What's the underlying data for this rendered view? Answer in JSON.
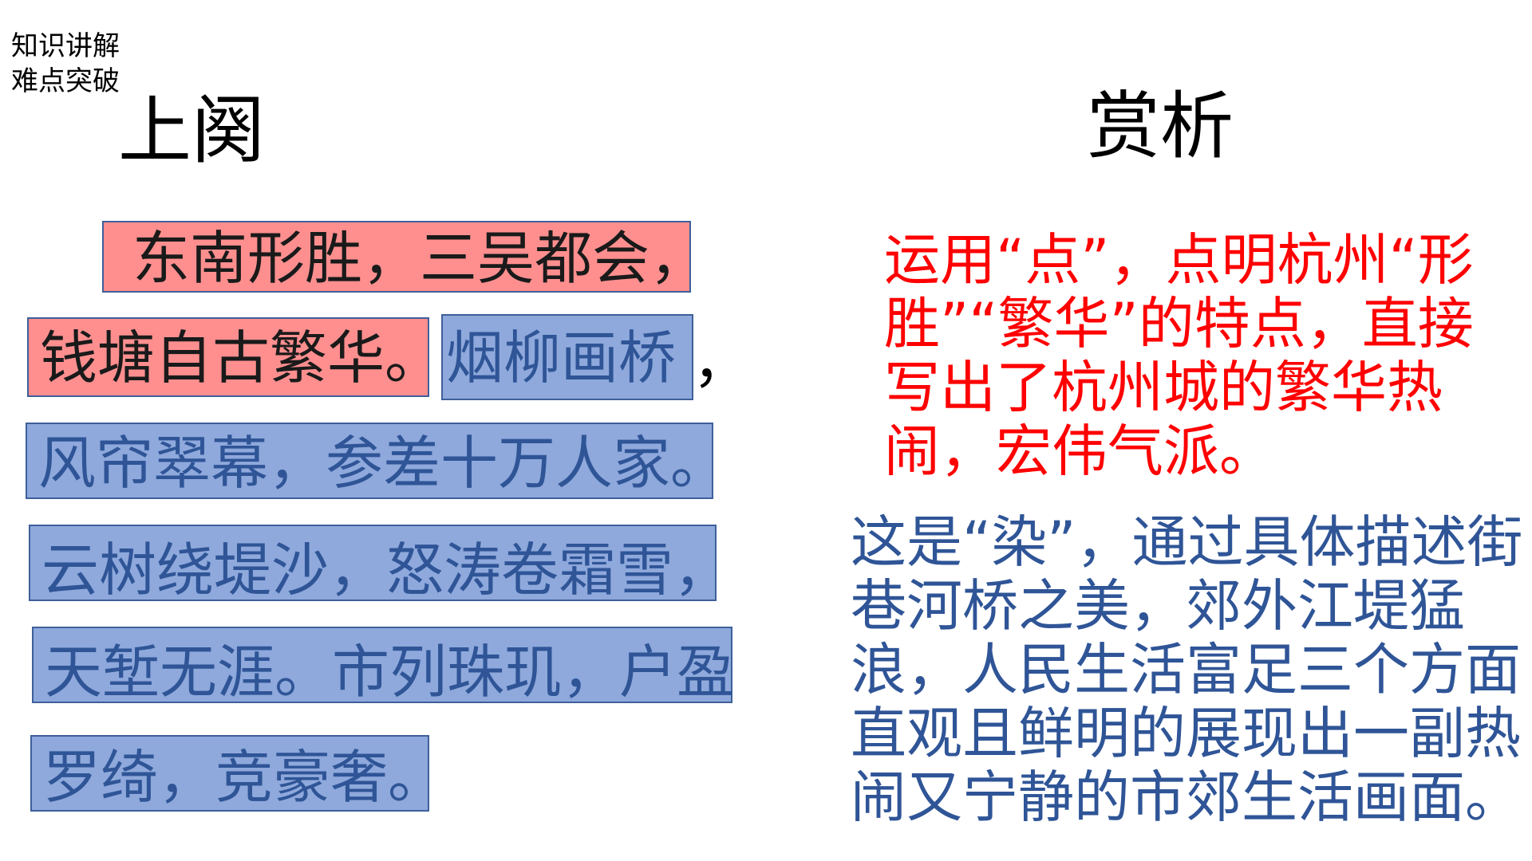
{
  "corner": {
    "line1": "知识讲解",
    "line2": "难点突破"
  },
  "left": {
    "heading": "上阕",
    "lines": {
      "l1": "东南形胜，三吴都会，",
      "l2a": "钱塘自古繁华。",
      "l2b": "烟柳画桥",
      "l2c": "，",
      "l3": "风帘翠幕，参差十万人家。",
      "l4": "云树绕堤沙，怒涛卷霜雪，",
      "l5": "天堑无涯。市列珠玑，户盈",
      "l6": "罗绮，竞豪奢。"
    }
  },
  "right": {
    "heading": "赏析",
    "red_note": "运用“点”，点明杭州“形胜”“繁华”的特点，直接写出了杭州城的繁华热闹，宏伟气派。",
    "blue_note": "这是“染”，通过具体描述街巷河桥之美，郊外江堤猛浪，人民生活富足三个方面直观且鲜明的展现出一副热闹又宁静的市郊生活画面。"
  },
  "colors": {
    "highlight_red": "#ff8f8f",
    "highlight_blue": "#8fa9dc",
    "note_red": "#ff0000",
    "note_blue": "#2f5597"
  }
}
